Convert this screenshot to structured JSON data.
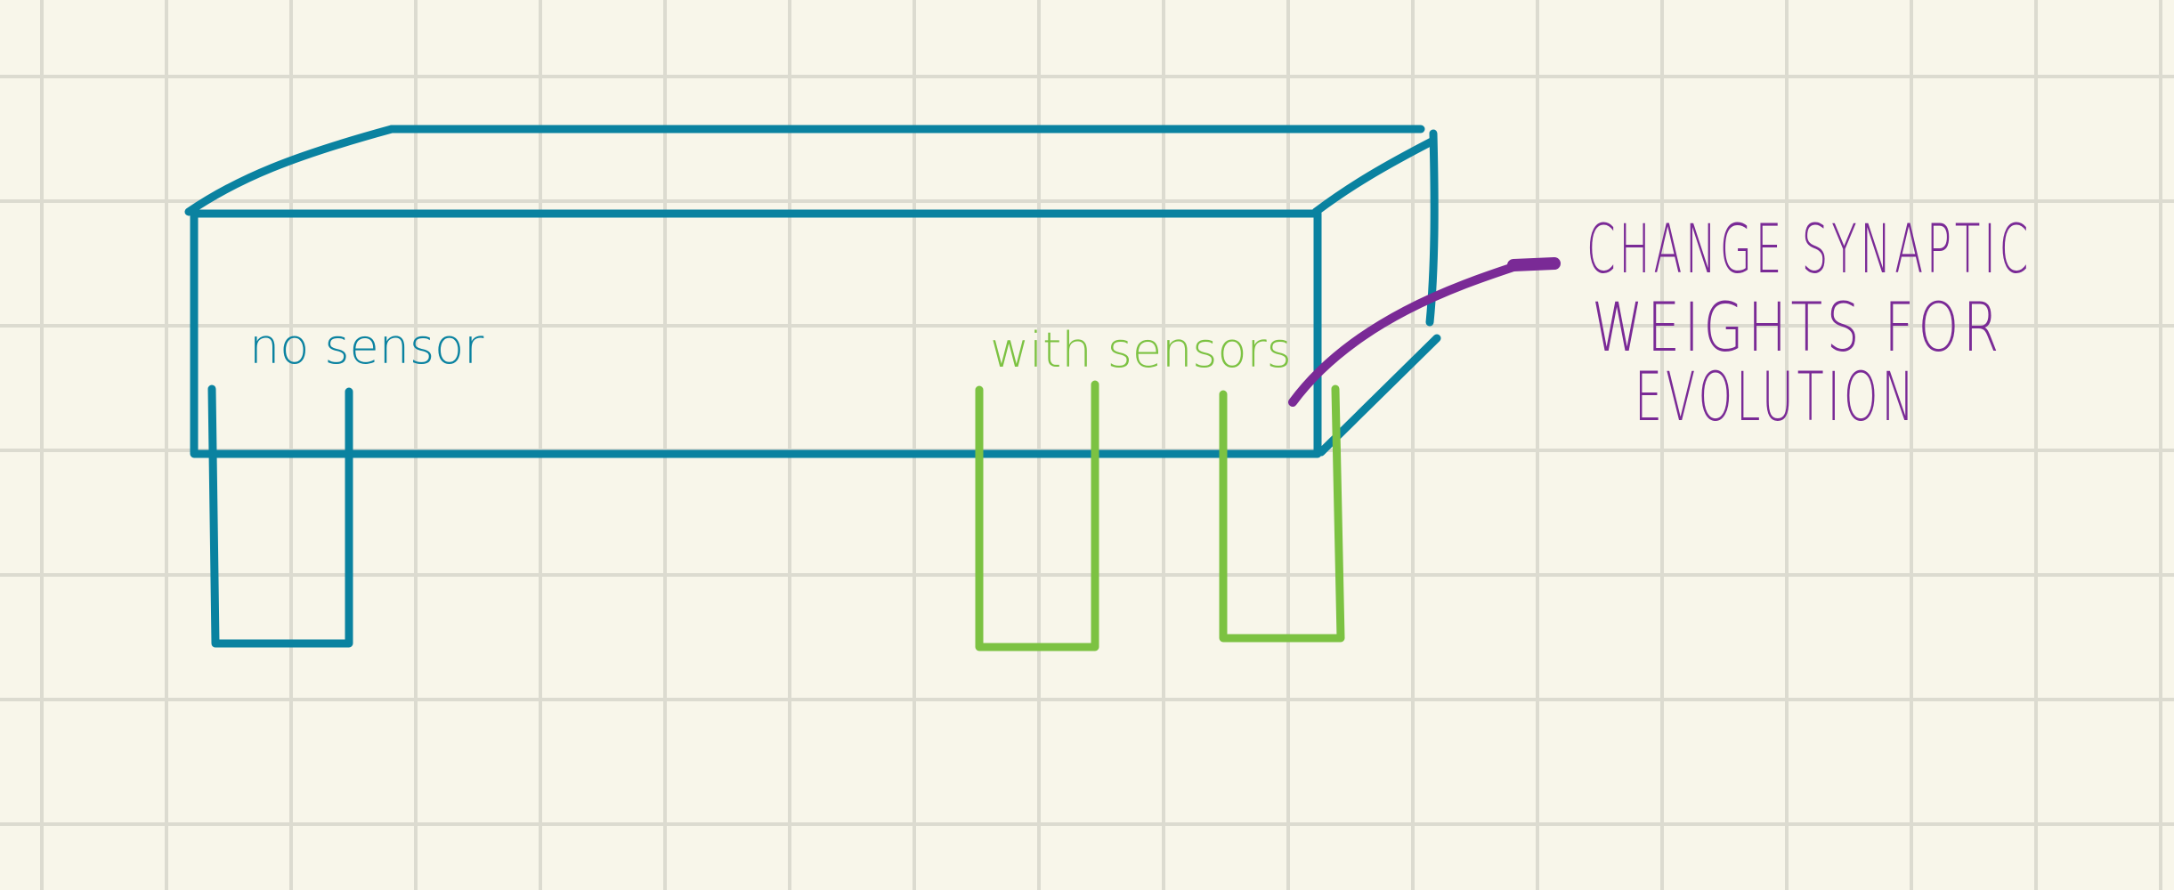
{
  "colors": {
    "background": "#f8f6ea",
    "grid": "#dcdbd0",
    "box": "#0a82a0",
    "sensor_green": "#7cc242",
    "annotation": "#7a2a96"
  },
  "labels": {
    "no_sensor": "no sensor",
    "with_sensors": "with sensors"
  },
  "annotation": {
    "lines": [
      "CHANGE SYNAPTIC",
      "WEIGHTS FOR",
      "EVOLUTION"
    ]
  }
}
